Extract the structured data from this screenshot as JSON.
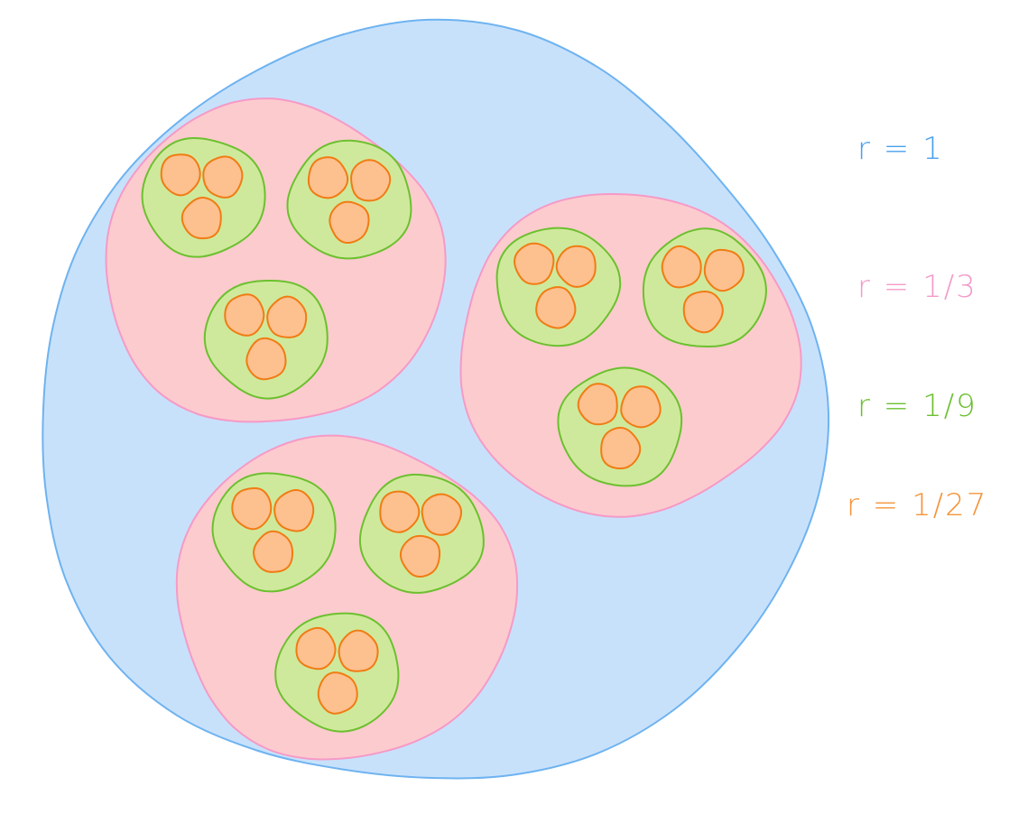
{
  "levels": [
    {
      "label": "r = 1",
      "fill": "#c8e1fb",
      "stroke": "#6eb3f0",
      "text_color": "#4a9fee"
    },
    {
      "label": "r = 1/3",
      "fill": "#fccbce",
      "stroke": "#f59ac6",
      "text_color": "#f39bc9"
    },
    {
      "label": "r = 1/9",
      "fill": "#cfe99c",
      "stroke": "#6cc02f",
      "text_color": "#6cc02f"
    },
    {
      "label": "r = 1/27",
      "fill": "#fdc08f",
      "stroke": "#f07c13",
      "text_color": "#f4943a"
    }
  ],
  "branching": 3
}
